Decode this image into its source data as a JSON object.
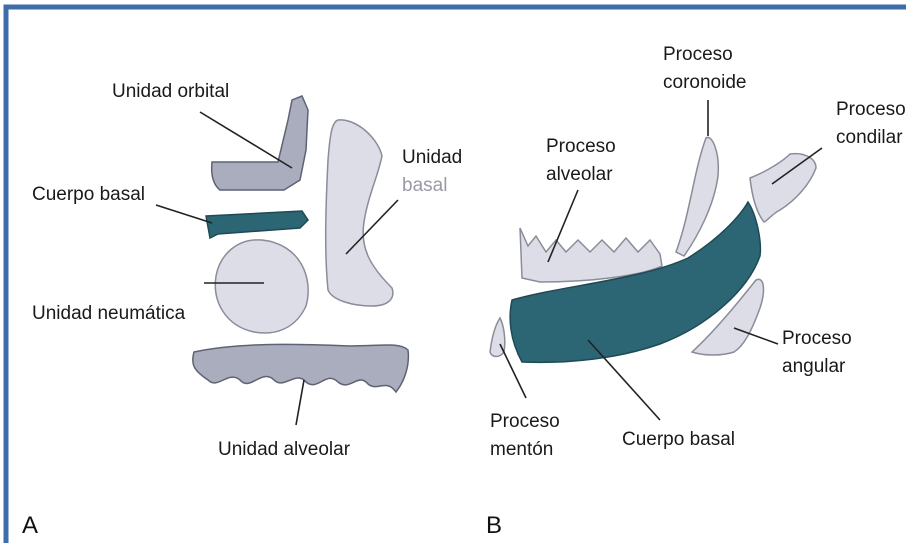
{
  "colors": {
    "frame": "#3e6ea8",
    "cuerpo_basal": "#2c6573",
    "bone": "#dcdde6",
    "bone_dark": "#a9adbd"
  },
  "panel_a": {
    "letter": "A",
    "labels": {
      "unidad_orbital": "Unidad orbital",
      "unidad_basal_1": "Unidad",
      "unidad_basal_2": "basal",
      "cuerpo_basal": "Cuerpo basal",
      "unidad_neumatica": "Unidad neumática",
      "unidad_alveolar": "Unidad alveolar"
    }
  },
  "panel_b": {
    "letter": "B",
    "labels": {
      "proceso_coronoide_1": "Proceso",
      "proceso_coronoide_2": "coronoide",
      "proceso_condilar_1": "Proceso",
      "proceso_condilar_2": "condilar",
      "proceso_alveolar_1": "Proceso",
      "proceso_alveolar_2": "alveolar",
      "proceso_angular_1": "Proceso",
      "proceso_angular_2": "angular",
      "proceso_menton_1": "Proceso",
      "proceso_menton_2": "mentón",
      "cuerpo_basal": "Cuerpo basal"
    }
  }
}
